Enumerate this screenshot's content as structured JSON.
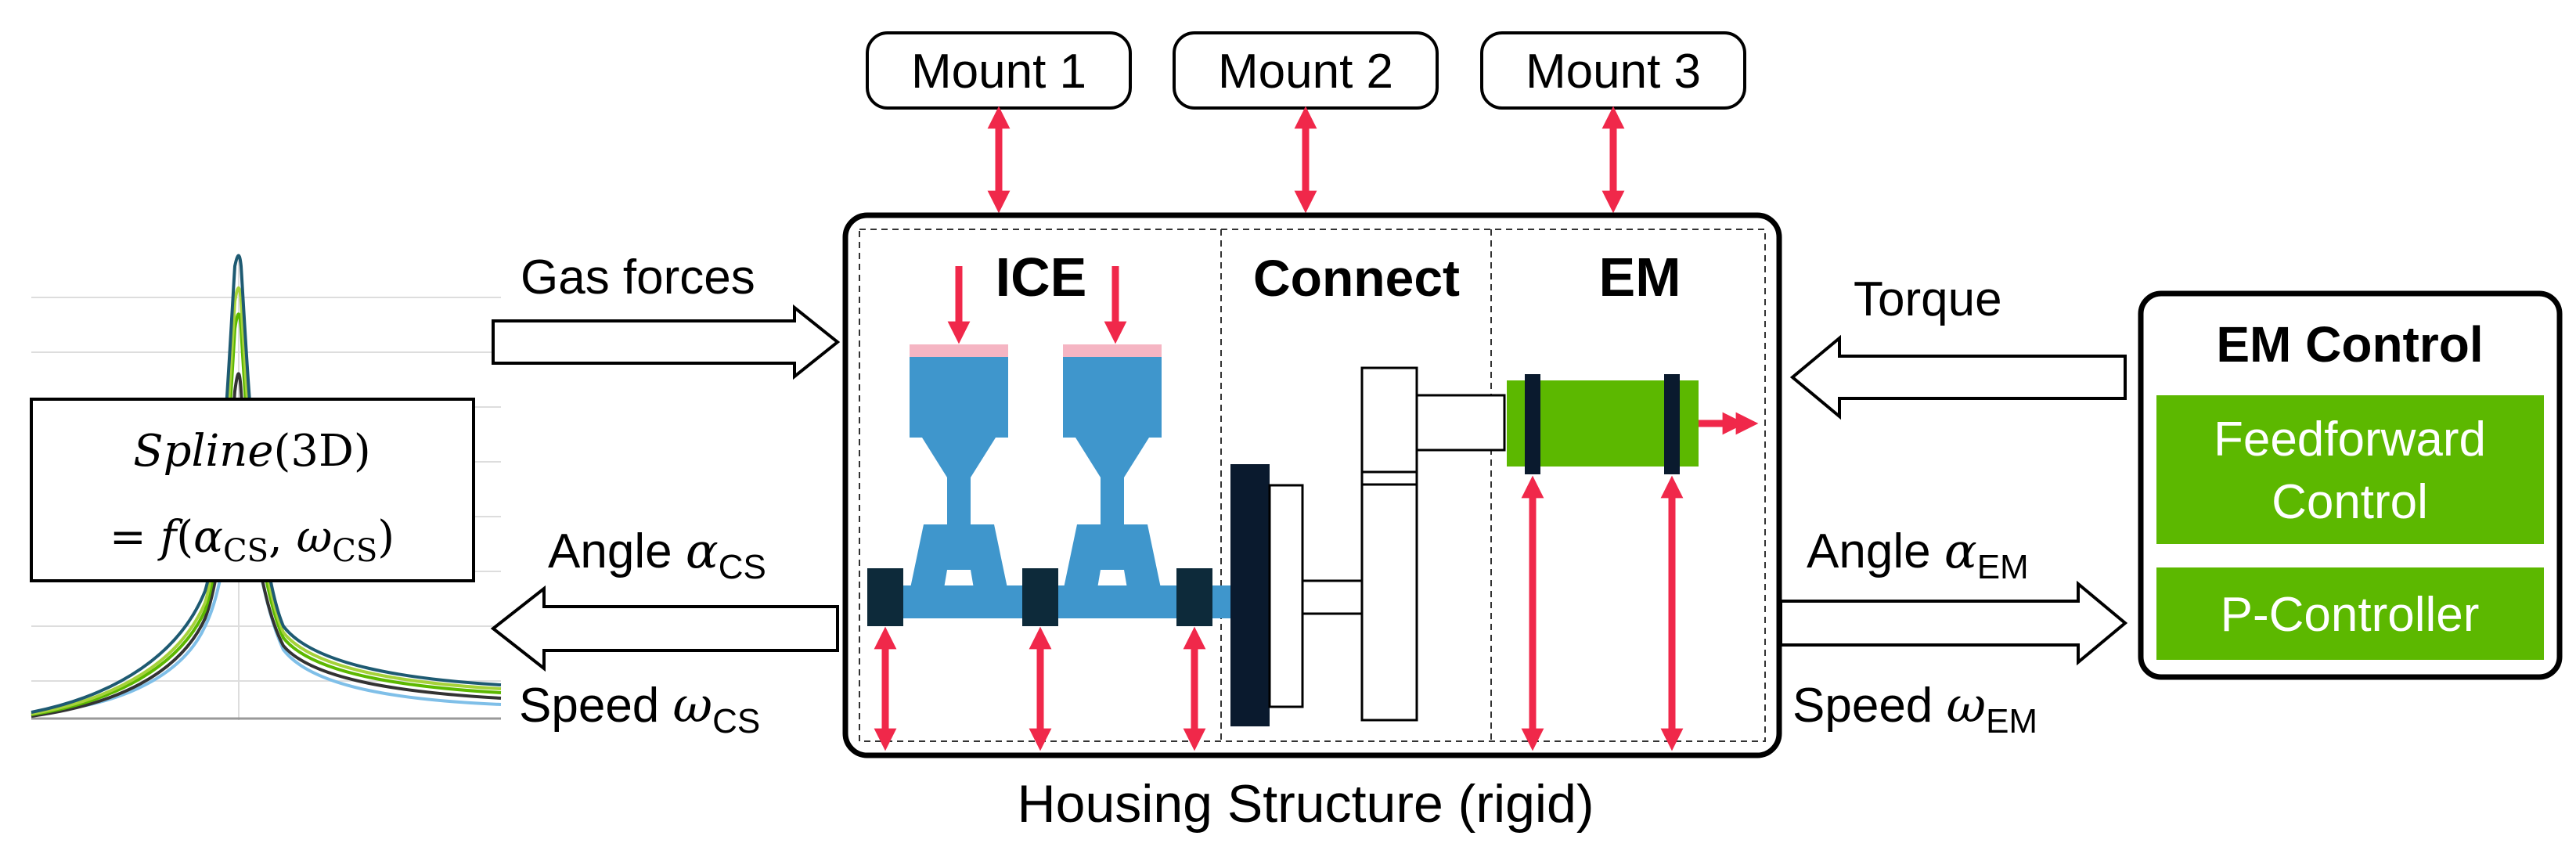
{
  "mounts": [
    "Mount 1",
    "Mount 2",
    "Mount 3"
  ],
  "sections": {
    "ice": "ICE",
    "connect": "Connect",
    "em": "EM"
  },
  "left": {
    "gas_forces": "Gas forces",
    "angle_word": "Angle",
    "angle_symbol": "α",
    "speed_word": "Speed",
    "speed_symbol": "ω",
    "subscript": "CS"
  },
  "spline": {
    "line1_func": "Spline",
    "line1_arg": "(3D)",
    "line2_eq": "= ",
    "line2_f": "f",
    "line2_open": "(",
    "line2_alpha": "α",
    "line2_sub": "CS",
    "line2_comma": ", ",
    "line2_omega": "ω",
    "line2_close": ")"
  },
  "right": {
    "torque": "Torque",
    "angle_word": "Angle",
    "angle_symbol": "α",
    "speed_word": "Speed",
    "speed_symbol": "ω",
    "subscript": "EM"
  },
  "em_control": {
    "title": "EM Control",
    "feedforward_line1": "Feedforward",
    "feedforward_line2": "Control",
    "p_controller": "P-Controller"
  },
  "housing_label": "Housing Structure (rigid)",
  "colors": {
    "force_arrow": "#f0284a",
    "piston": "#3f96cc",
    "piston_top": "#f5b5c3",
    "em_green": "#5cb800",
    "dark_block": "#0a1a2e",
    "bearing": "#0d2a3a"
  }
}
